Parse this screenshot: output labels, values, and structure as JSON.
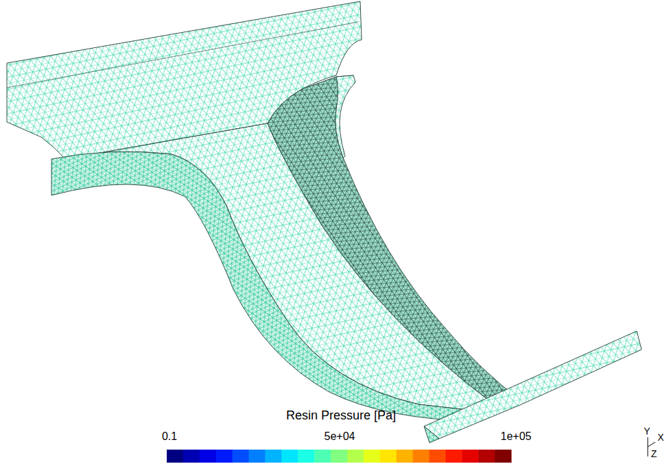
{
  "diagram": {
    "labels": [
      "Resin Pressure [Pa]",
      "0.1",
      "5e+04",
      "1e+05",
      "Y",
      "X",
      "Z"
    ]
  }
}
